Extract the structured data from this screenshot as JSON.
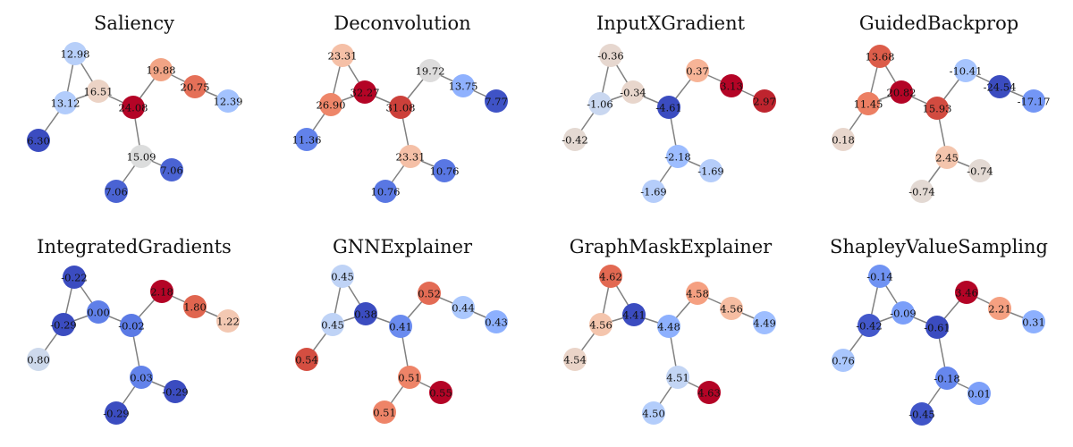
{
  "panels": [
    {
      "title": "Saliency",
      "nodes": [
        {
          "label": "12.98",
          "color": "#b7cff9"
        },
        {
          "label": "13.12",
          "color": "#b2ccfb"
        },
        {
          "label": "16.51",
          "color": "#ecd3c5"
        },
        {
          "label": "6.30",
          "color": "#3b4cc0"
        },
        {
          "label": "24.08",
          "color": "#b40426"
        },
        {
          "label": "19.88",
          "color": "#f2a485"
        },
        {
          "label": "20.75",
          "color": "#e57058"
        },
        {
          "label": "12.39",
          "color": "#a3c2fe"
        },
        {
          "label": "15.09",
          "color": "#dcdddd"
        },
        {
          "label": "7.06",
          "color": "#4a63d3"
        },
        {
          "label": "7.06",
          "color": "#4a63d3"
        }
      ]
    },
    {
      "title": "Deconvolution",
      "nodes": [
        {
          "label": "23.31",
          "color": "#f5c0a7"
        },
        {
          "label": "26.90",
          "color": "#ee8669"
        },
        {
          "label": "32.27",
          "color": "#b40426"
        },
        {
          "label": "11.36",
          "color": "#6282ea"
        },
        {
          "label": "31.08",
          "color": "#cc403a"
        },
        {
          "label": "19.72",
          "color": "#dddcdc"
        },
        {
          "label": "13.75",
          "color": "#8fb1fe"
        },
        {
          "label": "7.77",
          "color": "#3f53c6"
        },
        {
          "label": "23.31",
          "color": "#f5c0a7"
        },
        {
          "label": "10.76",
          "color": "#5977e3"
        },
        {
          "label": "10.76",
          "color": "#5977e3"
        }
      ]
    },
    {
      "title": "InputXGradient",
      "nodes": [
        {
          "label": "-0.36",
          "color": "#e6d7cf"
        },
        {
          "label": "-1.06",
          "color": "#c9d7f0"
        },
        {
          "label": "-0.34",
          "color": "#e8d6cc"
        },
        {
          "label": "-0.42",
          "color": "#e4d9d2"
        },
        {
          "label": "-4.61",
          "color": "#3b4cc0"
        },
        {
          "label": "0.37",
          "color": "#f7b497"
        },
        {
          "label": "3.13",
          "color": "#b40426"
        },
        {
          "label": "2.97",
          "color": "#be242e"
        },
        {
          "label": "-2.18",
          "color": "#9dbdff"
        },
        {
          "label": "-1.69",
          "color": "#b5cdfa"
        },
        {
          "label": "-1.69",
          "color": "#b5cdfa"
        }
      ]
    },
    {
      "title": "GuidedBackprop",
      "nodes": [
        {
          "label": "13.68",
          "color": "#dc5d4a"
        },
        {
          "label": "11.45",
          "color": "#ec7f63"
        },
        {
          "label": "20.82",
          "color": "#b40426"
        },
        {
          "label": "0.18",
          "color": "#e8d6cc"
        },
        {
          "label": "15.93",
          "color": "#d24b40"
        },
        {
          "label": "-10.41",
          "color": "#a6c4fe"
        },
        {
          "label": "-24.54",
          "color": "#3b4cc0"
        },
        {
          "label": "-17.17",
          "color": "#7396f5"
        },
        {
          "label": "2.45",
          "color": "#f4c5ad"
        },
        {
          "label": "-0.74",
          "color": "#e3d9d3"
        },
        {
          "label": "-0.74",
          "color": "#e3d9d3"
        }
      ]
    },
    {
      "title": "IntegratedGradients",
      "nodes": [
        {
          "label": "-0.22",
          "color": "#3b4cc0"
        },
        {
          "label": "-0.29",
          "color": "#3b4cc0"
        },
        {
          "label": "0.00",
          "color": "#5f7fe8"
        },
        {
          "label": "0.80",
          "color": "#cdd9ec"
        },
        {
          "label": "-0.02",
          "color": "#5b7ae5"
        },
        {
          "label": "2.18",
          "color": "#b40426"
        },
        {
          "label": "1.80",
          "color": "#e0654f"
        },
        {
          "label": "1.22",
          "color": "#f3c8b2"
        },
        {
          "label": "0.03",
          "color": "#6282ea"
        },
        {
          "label": "-0.29",
          "color": "#3b4cc0"
        },
        {
          "label": "-0.29",
          "color": "#3b4cc0"
        }
      ]
    },
    {
      "title": "GNNExplainer",
      "nodes": [
        {
          "label": "0.45",
          "color": "#bfd3f6"
        },
        {
          "label": "0.45",
          "color": "#bfd3f6"
        },
        {
          "label": "0.38",
          "color": "#3b4cc0"
        },
        {
          "label": "0.54",
          "color": "#d44e41"
        },
        {
          "label": "0.41",
          "color": "#6a8bef"
        },
        {
          "label": "0.52",
          "color": "#e36b54"
        },
        {
          "label": "0.44",
          "color": "#aac7fd"
        },
        {
          "label": "0.43",
          "color": "#8db0fe"
        },
        {
          "label": "0.51",
          "color": "#ee8468"
        },
        {
          "label": "0.51",
          "color": "#ee8468"
        },
        {
          "label": "0.55",
          "color": "#b40426"
        }
      ]
    },
    {
      "title": "GraphMaskExplainer",
      "nodes": [
        {
          "label": "4.62",
          "color": "#e26952"
        },
        {
          "label": "4.56",
          "color": "#f4c5ad"
        },
        {
          "label": "4.41",
          "color": "#3b4cc0"
        },
        {
          "label": "4.54",
          "color": "#ead4c8"
        },
        {
          "label": "4.48",
          "color": "#8db0fe"
        },
        {
          "label": "4.58",
          "color": "#f5a081"
        },
        {
          "label": "4.56",
          "color": "#f6bda2"
        },
        {
          "label": "4.49",
          "color": "#9ebeff"
        },
        {
          "label": "4.51",
          "color": "#c3d5f4"
        },
        {
          "label": "4.50",
          "color": "#b3cdfb"
        },
        {
          "label": "4.63",
          "color": "#b40426"
        }
      ]
    },
    {
      "title": "ShapleyValueSampling",
      "nodes": [
        {
          "label": "-0.14",
          "color": "#7093f3"
        },
        {
          "label": "-0.42",
          "color": "#4358cb"
        },
        {
          "label": "-0.09",
          "color": "#7b9ff9"
        },
        {
          "label": "0.76",
          "color": "#a9c6fd"
        },
        {
          "label": "-0.61",
          "color": "#3b4cc0"
        },
        {
          "label": "3.46",
          "color": "#b40426"
        },
        {
          "label": "2.21",
          "color": "#f5a081"
        },
        {
          "label": "0.31",
          "color": "#8db0fe"
        },
        {
          "label": "-0.18",
          "color": "#6687ed"
        },
        {
          "label": "0.01",
          "color": "#7da0f9"
        },
        {
          "label": "-0.45",
          "color": "#4055c8"
        }
      ]
    }
  ]
}
